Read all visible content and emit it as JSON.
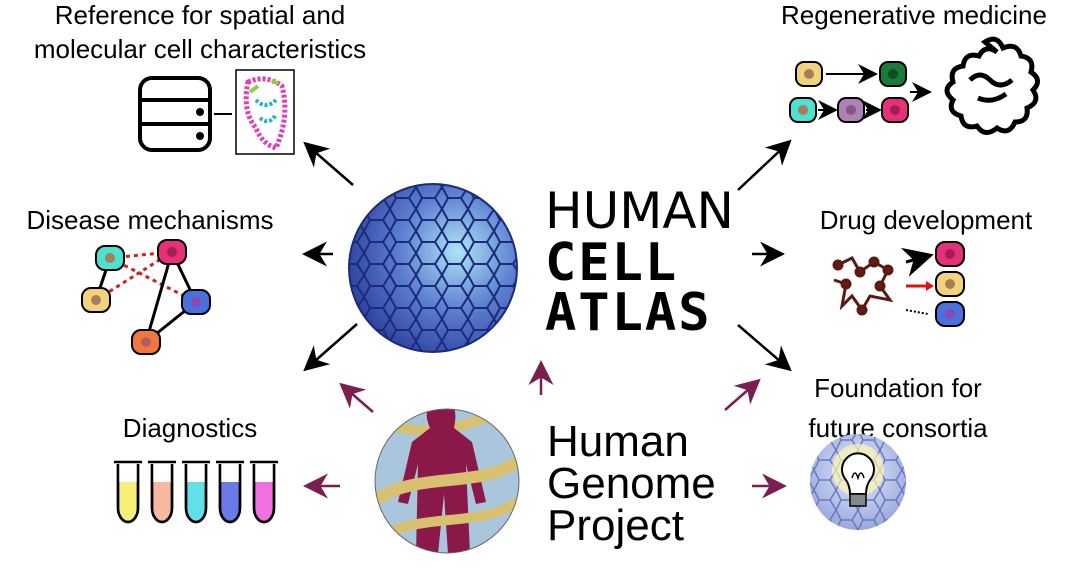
{
  "center": {
    "hca_line1": "HUMAN",
    "hca_line2": "CELL",
    "hca_line3": "ATLAS",
    "hgp_line1": "Human",
    "hgp_line2": "Genome",
    "hgp_line3": "Project"
  },
  "applications": {
    "reference_line1": "Reference for spatial and",
    "reference_line2": "molecular cell characteristics",
    "regenerative": "Regenerative medicine",
    "disease": "Disease mechanisms",
    "drug": "Drug development",
    "diagnostics": "Diagnostics",
    "foundation_line1": "Foundation for",
    "foundation_line2": "future consortia"
  },
  "colors": {
    "hca_arrow": "#000000",
    "hgp_arrow": "#7a1f4f",
    "cell_blue": "#3a54b4",
    "figure_maroon": "#8a1848",
    "helix_gold": "#d8c070"
  }
}
